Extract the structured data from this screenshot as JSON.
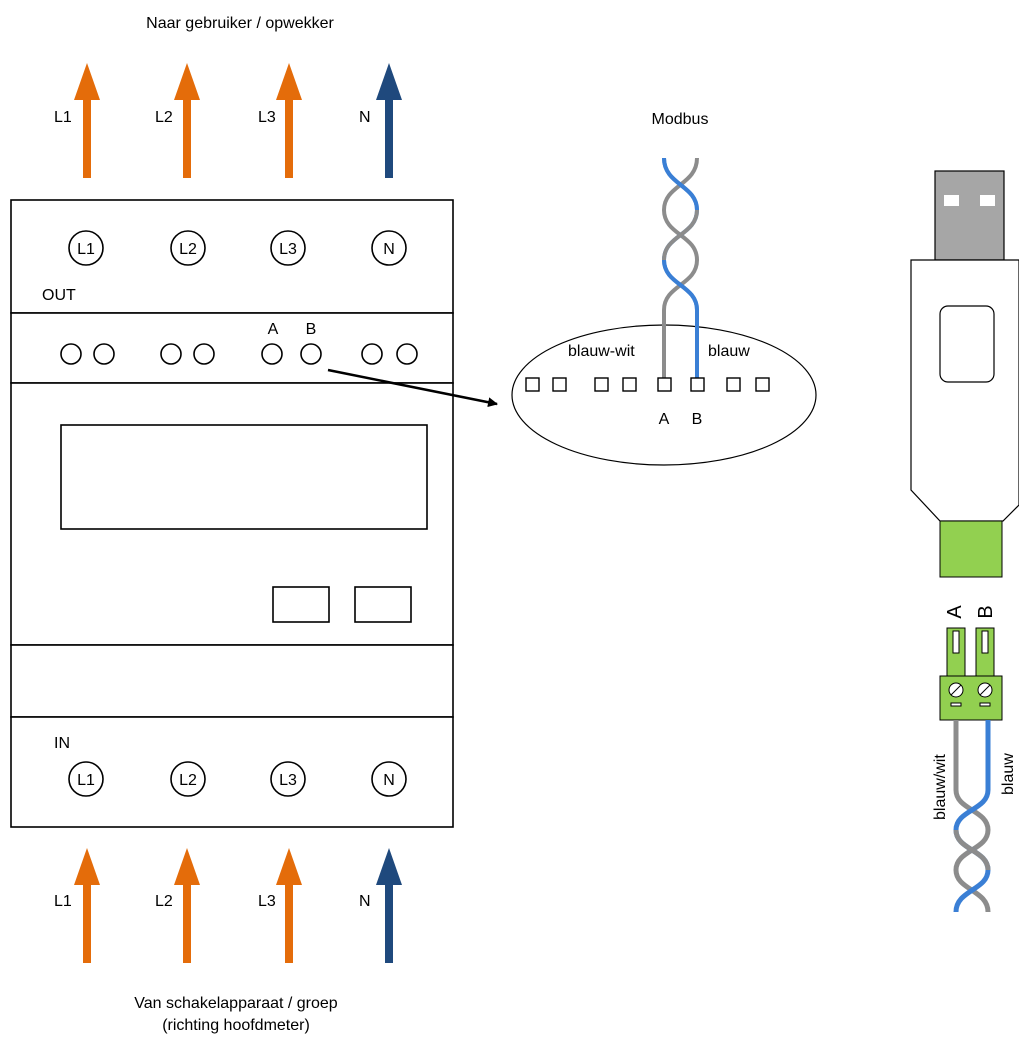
{
  "title_top": "Naar gebruiker / opwekker",
  "title_bottom_line1": "Van schakelapparaat / groep",
  "title_bottom_line2": "(richting hoofdmeter)",
  "phases": [
    "L1",
    "L2",
    "L3",
    "N"
  ],
  "meter": {
    "out_label": "OUT",
    "in_label": "IN",
    "terminal_a": "A",
    "terminal_b": "B"
  },
  "modbus": {
    "title": "Modbus",
    "wire_blue_white": "blauw-wit",
    "wire_blue": "blauw",
    "terminal_a": "A",
    "terminal_b": "B"
  },
  "usb": {
    "terminal_a": "A",
    "terminal_b": "B",
    "wire_blue_white": "blauw/wit",
    "wire_blue": "blauw"
  },
  "colors": {
    "phase_arrow": "#E46C0A",
    "neutral_arrow": "#1F497D",
    "wire_blue": "#3A7FD5",
    "wire_grey": "#8C8C8C",
    "connector_green": "#92D050"
  }
}
